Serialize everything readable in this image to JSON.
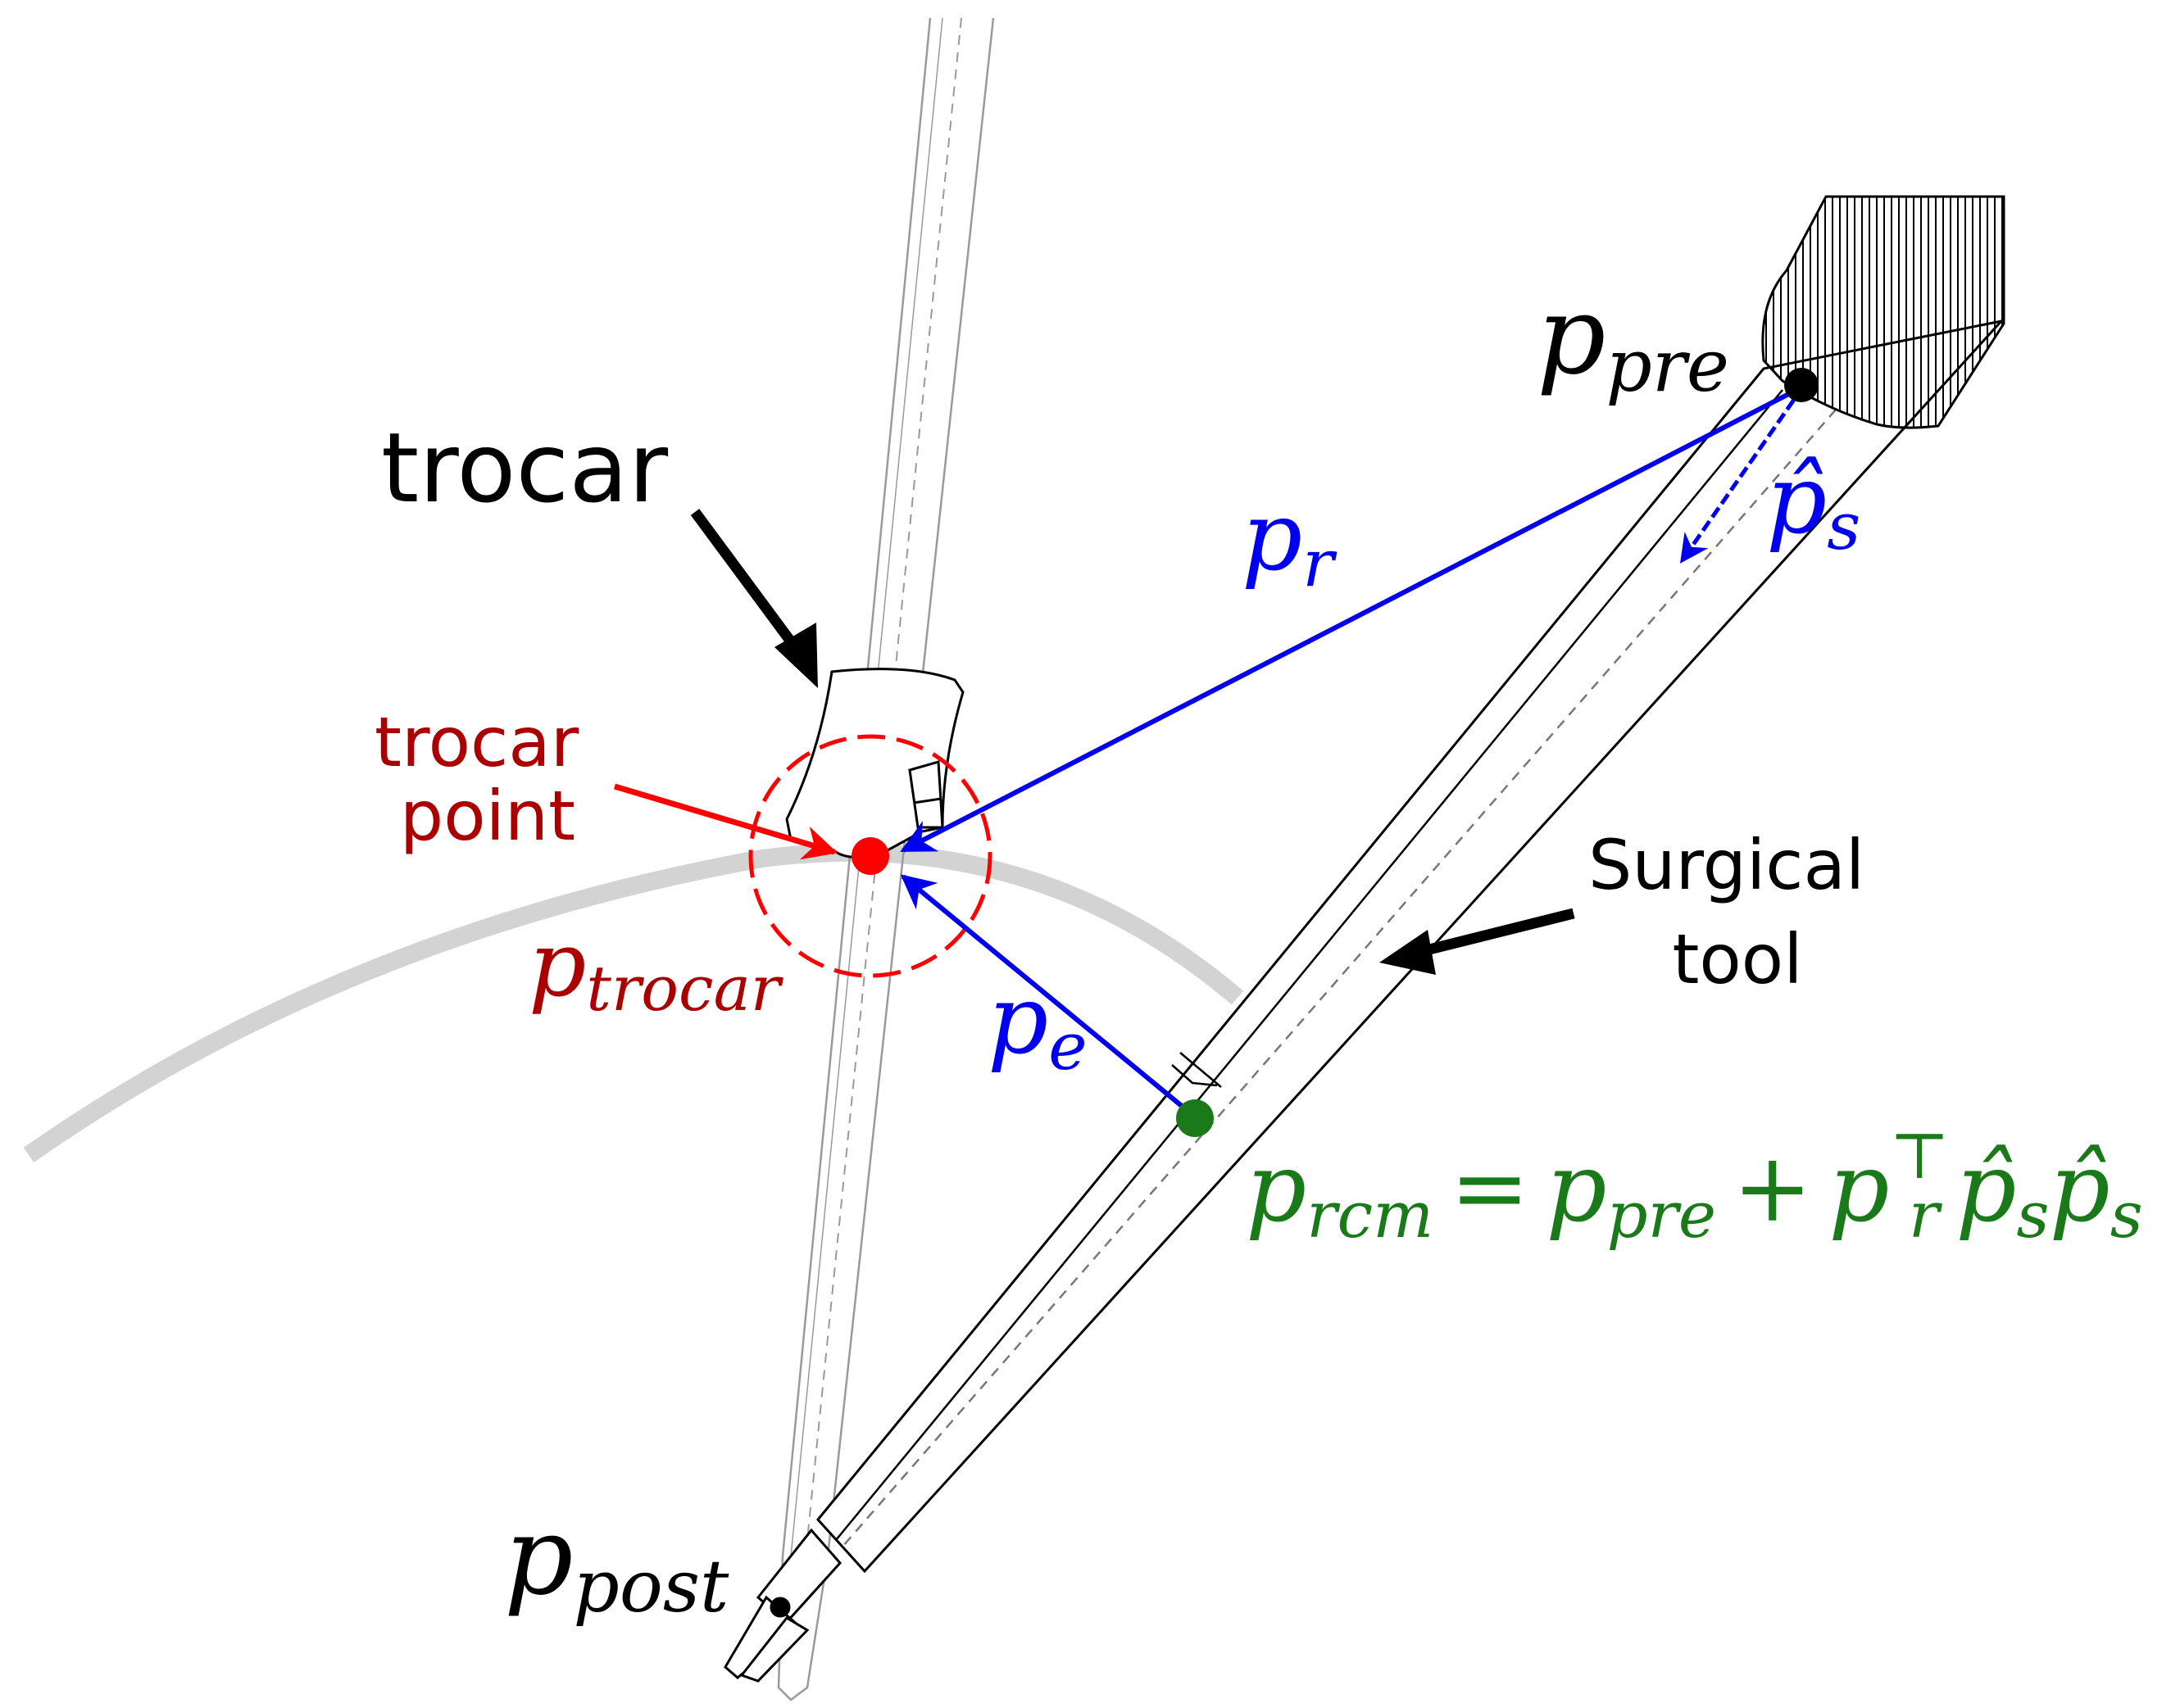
{
  "labels": {
    "trocar": "trocar",
    "trocar_point_line1": "trocar",
    "trocar_point_line2": "point",
    "surgical_tool_line1": "Surgical",
    "surgical_tool_line2": "tool"
  },
  "symbols": {
    "p_pre": {
      "base": "p",
      "sub": "pre"
    },
    "p_post": {
      "base": "p",
      "sub": "post"
    },
    "p_trocar": {
      "base": "p",
      "sub": "trocar"
    },
    "p_r": {
      "base": "p",
      "sub": "r"
    },
    "p_e": {
      "base": "p",
      "sub": "e"
    },
    "p_s_hat": {
      "base": "p̂",
      "sub": "s"
    },
    "p_rcm_equation": {
      "lhs_base": "p",
      "lhs_sub": "rcm",
      "eq": "=",
      "t1_base": "p",
      "t1_sub": "pre",
      "plus": "+",
      "t2_base": "p",
      "t2_sup": "⊤",
      "t2_sub": "r",
      "t3_base": "p̂",
      "t3_sub": "s",
      "t4_base": "p̂",
      "t4_sub": "s"
    }
  },
  "colors": {
    "black": "#000000",
    "blue": "#0000ee",
    "red": "#ff0000",
    "dark_red": "#aa0000",
    "green": "#007a00",
    "gray": "#d3d3d3",
    "tool_gray": "#9a9a9a"
  }
}
